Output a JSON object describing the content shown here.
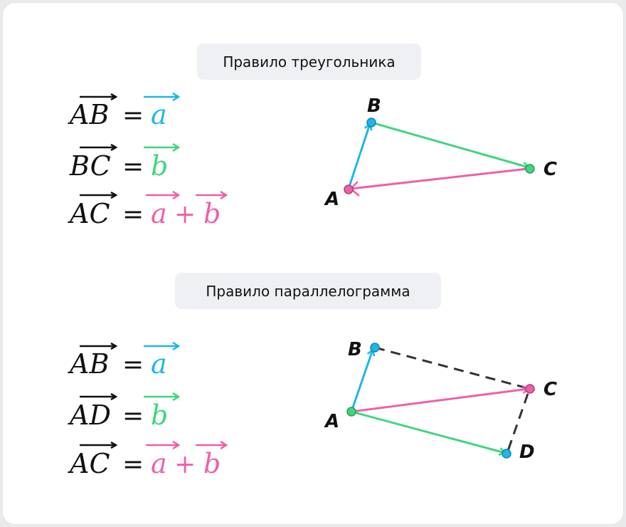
{
  "titles": {
    "triangle": "Правило треугольника",
    "parallelogram": "Правило параллелограмма"
  },
  "formulas": {
    "ab": "AB",
    "bc": "BC",
    "ac": "AC",
    "ad": "AD",
    "eq": "=",
    "a": "a",
    "b": "b",
    "plus": "+"
  },
  "points": {
    "A": "A",
    "B": "B",
    "C": "C",
    "D": "D"
  },
  "colors": {
    "vector_a": "#1fb6ea",
    "vector_b": "#3ed680",
    "sum": "#ef5fa8",
    "dashed": "#333333",
    "text": "#111111"
  }
}
